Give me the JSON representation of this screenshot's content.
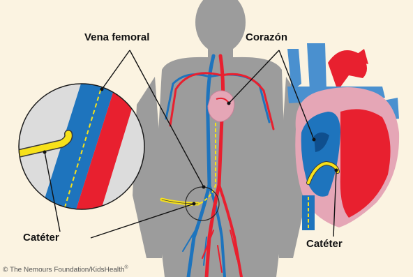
{
  "labels": {
    "femoral_vein": "Vena femoral",
    "heart": "Corazón",
    "catheter_left": "Catéter",
    "catheter_right": "Catéter"
  },
  "credit": {
    "text": "© The Nemours Foundation/KidsHealth",
    "mark": "®"
  },
  "colors": {
    "background": "#fbf3e1",
    "silhouette": "#9a9a9a",
    "vein_blue": "#1e74bd",
    "artery_red": "#e8202f",
    "heart_pink": "#e5a6b6",
    "catheter_yellow": "#f7e11a",
    "heart_light_blue": "#4a90cf"
  }
}
